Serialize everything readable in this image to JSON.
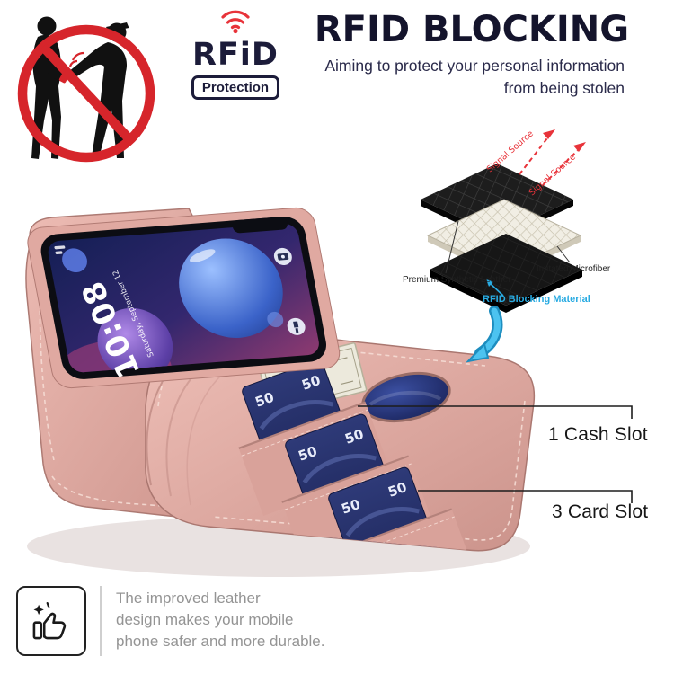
{
  "badge": {
    "brand": "RFiD",
    "label": "Protection"
  },
  "header": {
    "title": "RFID BLOCKING",
    "subtitle_line1": "Aiming to protect your personal information",
    "subtitle_line2": "from being stolen"
  },
  "layers": {
    "signal_label_1": "Signal Source",
    "signal_label_2": "Signal Source",
    "top_label": "Premium Synthetic Leather",
    "middle_label": "Imitated Microfiber",
    "bottom_label": "RFID Blocking Material"
  },
  "phone": {
    "time": "10:08",
    "date": "Saturday, September 12"
  },
  "card": {
    "value": "50"
  },
  "annotations": {
    "cash": "1 Cash Slot",
    "cards": "3 Card Slot"
  },
  "footer": {
    "line1": "The improved leather",
    "line2": "design makes your mobile",
    "line3": "phone safer and more durable."
  },
  "colors": {
    "prohibition_red": "#d6252b",
    "signal_red": "#e8333a",
    "accent_cyan": "#29abe2",
    "case_rose": "#dca79f",
    "ink": "#14142c"
  }
}
